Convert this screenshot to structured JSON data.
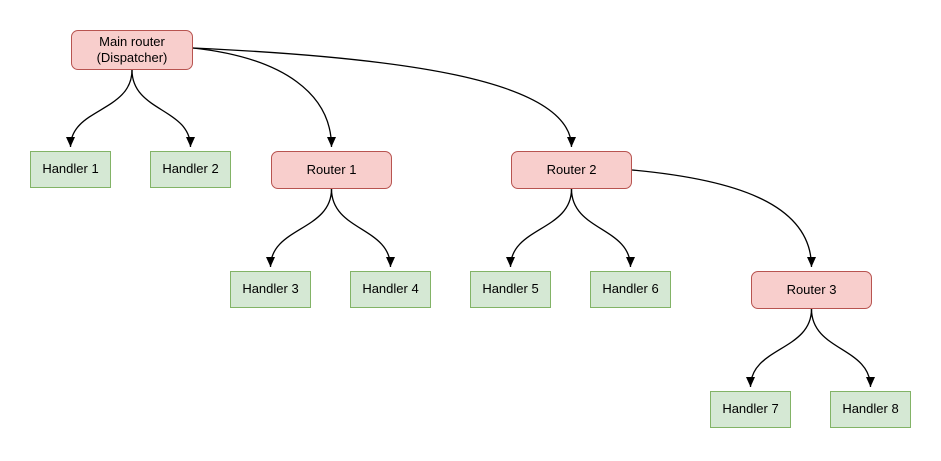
{
  "diagram": {
    "type": "flowchart",
    "nodes": [
      {
        "id": "main-router",
        "label": "Main router\n(Dispatcher)",
        "kind": "router"
      },
      {
        "id": "handler-1",
        "label": "Handler 1",
        "kind": "handler"
      },
      {
        "id": "handler-2",
        "label": "Handler 2",
        "kind": "handler"
      },
      {
        "id": "router-1",
        "label": "Router 1",
        "kind": "router"
      },
      {
        "id": "router-2",
        "label": "Router 2",
        "kind": "router"
      },
      {
        "id": "handler-3",
        "label": "Handler 3",
        "kind": "handler"
      },
      {
        "id": "handler-4",
        "label": "Handler 4",
        "kind": "handler"
      },
      {
        "id": "handler-5",
        "label": "Handler 5",
        "kind": "handler"
      },
      {
        "id": "handler-6",
        "label": "Handler 6",
        "kind": "handler"
      },
      {
        "id": "router-3",
        "label": "Router 3",
        "kind": "router"
      },
      {
        "id": "handler-7",
        "label": "Handler 7",
        "kind": "handler"
      },
      {
        "id": "handler-8",
        "label": "Handler 8",
        "kind": "handler"
      }
    ],
    "edges": [
      {
        "from": "main-router",
        "to": "handler-1"
      },
      {
        "from": "main-router",
        "to": "handler-2"
      },
      {
        "from": "main-router",
        "to": "router-1"
      },
      {
        "from": "main-router",
        "to": "router-2"
      },
      {
        "from": "router-1",
        "to": "handler-3"
      },
      {
        "from": "router-1",
        "to": "handler-4"
      },
      {
        "from": "router-2",
        "to": "handler-5"
      },
      {
        "from": "router-2",
        "to": "handler-6"
      },
      {
        "from": "router-2",
        "to": "router-3"
      },
      {
        "from": "router-3",
        "to": "handler-7"
      },
      {
        "from": "router-3",
        "to": "handler-8"
      }
    ]
  },
  "colors": {
    "router-fill": "#f8cecc",
    "router-stroke": "#b85450",
    "handler-fill": "#d5e8d4",
    "handler-stroke": "#82b366",
    "edge": "#000000",
    "text": "#000000",
    "background": "#ffffff"
  }
}
